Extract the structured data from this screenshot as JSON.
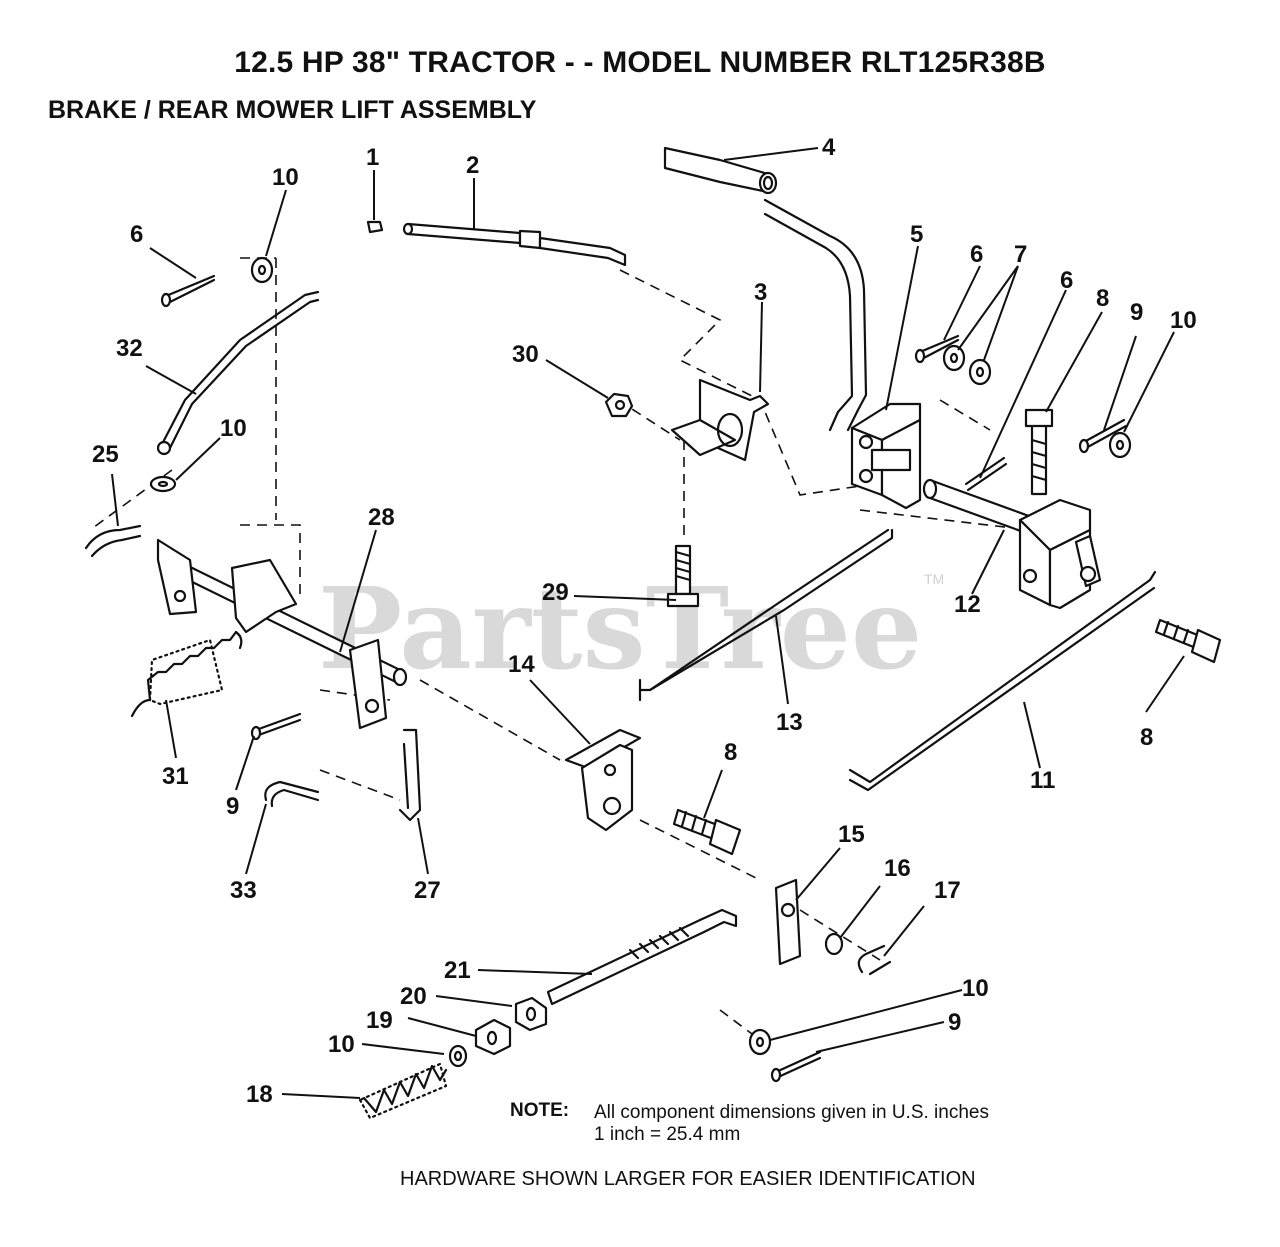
{
  "title": "12.5 HP 38\" TRACTOR - - MODEL NUMBER RLT125R38B",
  "subtitle": "BRAKE / REAR MOWER LIFT ASSEMBLY",
  "watermark": "PartsTree",
  "watermark_tm": "TM",
  "note": {
    "label": "NOTE:",
    "line1": "All component dimensions given in U.S. inches",
    "line2": "1 inch = 25.4 mm"
  },
  "hardware_note": "HARDWARE SHOWN LARGER FOR EASIER IDENTIFICATION",
  "callouts": [
    {
      "id": "c1",
      "label": "1"
    },
    {
      "id": "c2",
      "label": "2"
    },
    {
      "id": "c4",
      "label": "4"
    },
    {
      "id": "c10a",
      "label": "10"
    },
    {
      "id": "c6a",
      "label": "6"
    },
    {
      "id": "c5",
      "label": "5"
    },
    {
      "id": "c6b",
      "label": "6"
    },
    {
      "id": "c7",
      "label": "7"
    },
    {
      "id": "c6c",
      "label": "6"
    },
    {
      "id": "c8a",
      "label": "8"
    },
    {
      "id": "c9a",
      "label": "9"
    },
    {
      "id": "c10b",
      "label": "10"
    },
    {
      "id": "c3",
      "label": "3"
    },
    {
      "id": "c30",
      "label": "30"
    },
    {
      "id": "c32",
      "label": "32"
    },
    {
      "id": "c10c",
      "label": "10"
    },
    {
      "id": "c25",
      "label": "25"
    },
    {
      "id": "c28",
      "label": "28"
    },
    {
      "id": "c29",
      "label": "29"
    },
    {
      "id": "c12",
      "label": "12"
    },
    {
      "id": "c8b",
      "label": "8"
    },
    {
      "id": "c14",
      "label": "14"
    },
    {
      "id": "c13",
      "label": "13"
    },
    {
      "id": "c11",
      "label": "11"
    },
    {
      "id": "c8c",
      "label": "8"
    },
    {
      "id": "c31",
      "label": "31"
    },
    {
      "id": "c9b",
      "label": "9"
    },
    {
      "id": "c33",
      "label": "33"
    },
    {
      "id": "c27",
      "label": "27"
    },
    {
      "id": "c15",
      "label": "15"
    },
    {
      "id": "c16",
      "label": "16"
    },
    {
      "id": "c17",
      "label": "17"
    },
    {
      "id": "c21",
      "label": "21"
    },
    {
      "id": "c20",
      "label": "20"
    },
    {
      "id": "c19",
      "label": "19"
    },
    {
      "id": "c10d",
      "label": "10"
    },
    {
      "id": "c18",
      "label": "18"
    },
    {
      "id": "c10e",
      "label": "10"
    },
    {
      "id": "c9c",
      "label": "9"
    }
  ]
}
